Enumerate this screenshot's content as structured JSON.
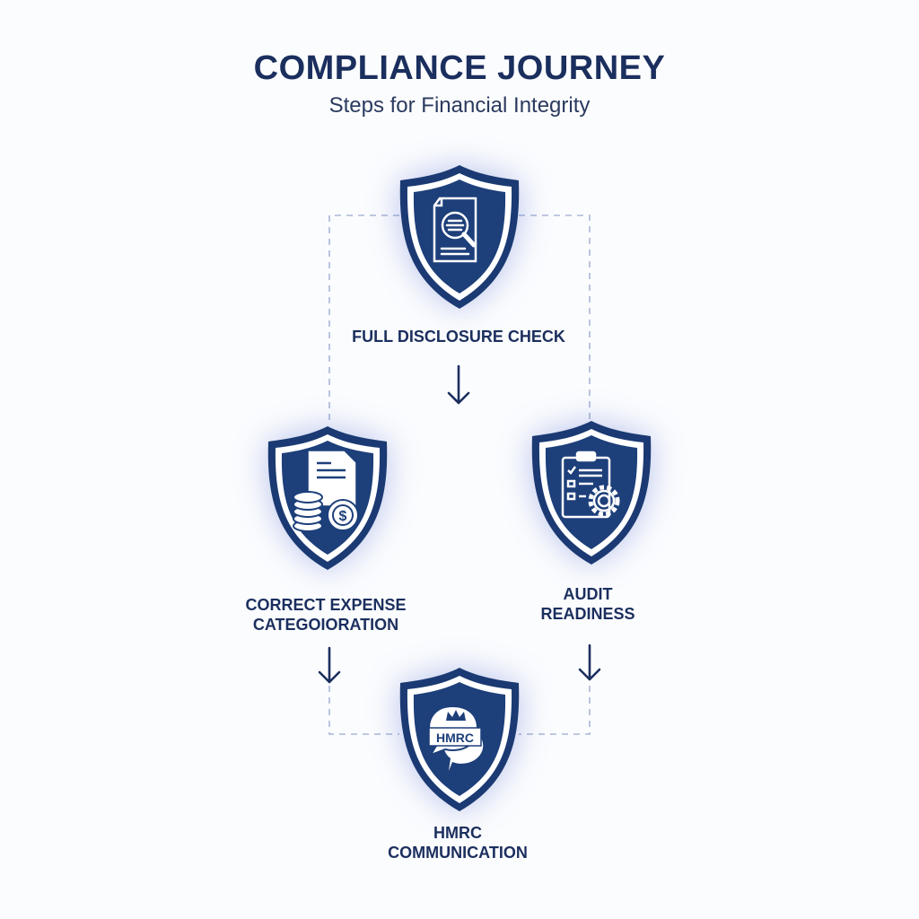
{
  "header": {
    "title": "COMPLIANCE JOURNEY",
    "subtitle": "Steps for Financial Integrity"
  },
  "steps": [
    {
      "id": "full-disclosure-check",
      "lines": [
        "FULL DISCLOSURE CHECK"
      ],
      "icon": "document-magnifier-icon"
    },
    {
      "id": "correct-expense-categorisation",
      "lines": [
        "CORRECT EXPENSE",
        "CATEGOIORATION"
      ],
      "icon": "coins-document-icon"
    },
    {
      "id": "audit-readiness",
      "lines": [
        "AUDIT",
        "READINESS"
      ],
      "icon": "clipboard-gear-icon"
    },
    {
      "id": "hmrc-communication",
      "lines": [
        "HMRC",
        "COMMUNICATION"
      ],
      "icon": "hmrc-chat-icon",
      "icon_text": "HMRC"
    }
  ],
  "colors": {
    "primary": "#1b3a73",
    "text": "#1b2f5e",
    "dash": "#a9b6d6"
  }
}
